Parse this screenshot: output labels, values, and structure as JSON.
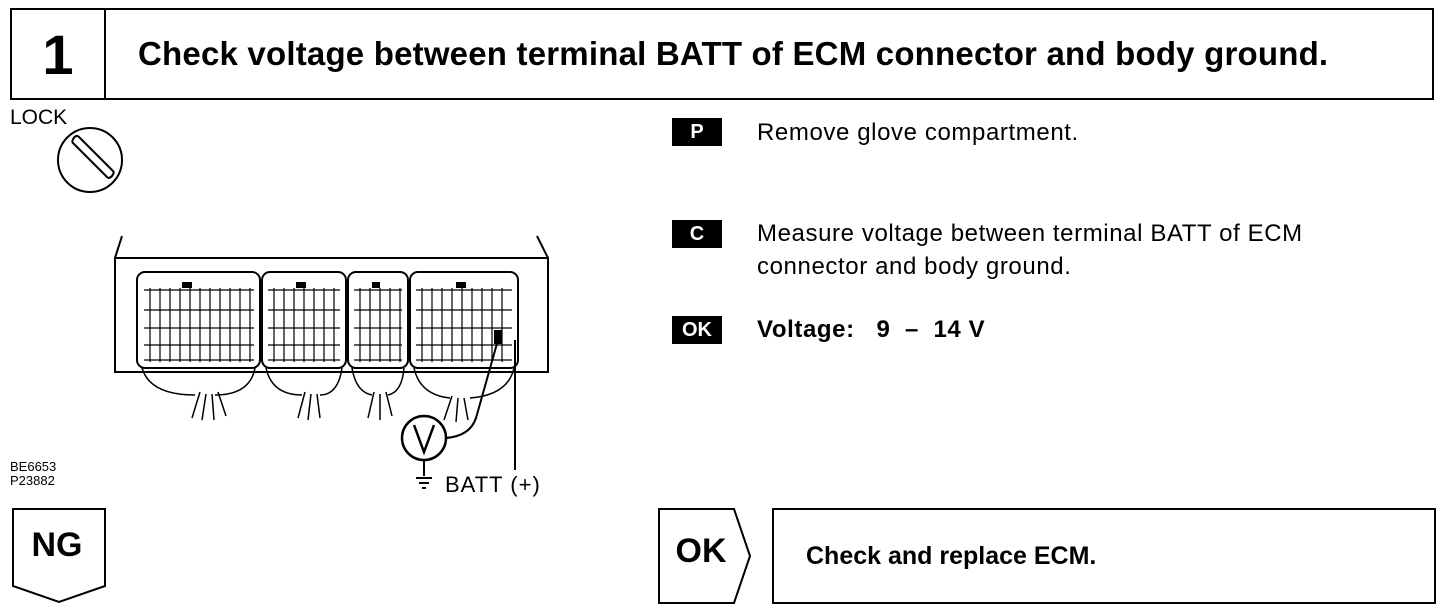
{
  "step": {
    "number": "1",
    "title": "Check voltage between terminal BATT of ECM connector and body ground."
  },
  "figure": {
    "lock_label": "LOCK",
    "batt_label": "BATT (+)",
    "meter_symbol": "V",
    "code_line1": "BE6653",
    "code_line2": "P23882"
  },
  "instructions": [
    {
      "badge": "P",
      "text": "Remove glove compartment."
    },
    {
      "badge": "C",
      "text": "Measure voltage between terminal BATT of ECM",
      "text2": "connector and body ground."
    },
    {
      "badge": "OK",
      "text": "Voltage:   9  –  14 V"
    }
  ],
  "results": {
    "ng_label": "NG",
    "ok_label": "OK",
    "ok_action": "Check and replace ECM."
  }
}
